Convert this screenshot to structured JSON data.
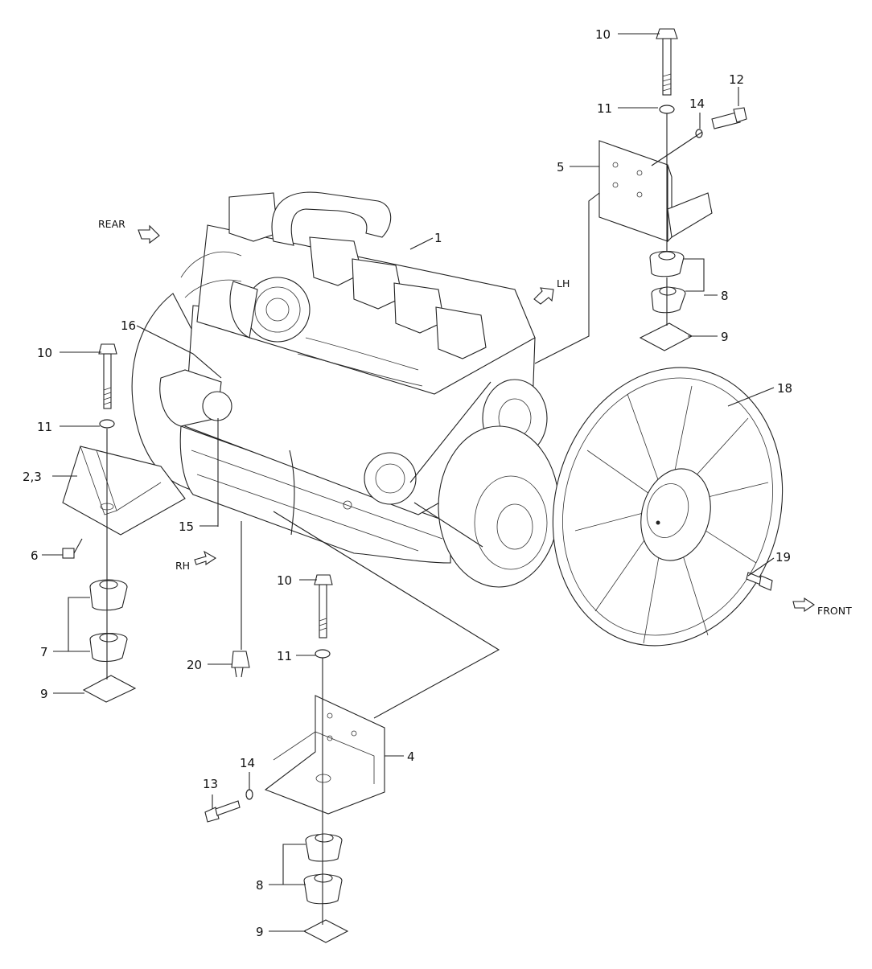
{
  "callouts": {
    "c1": "1",
    "c23": "2,3",
    "c4": "4",
    "c5": "5",
    "c6": "6",
    "c7": "7",
    "c8_top": "8",
    "c8_bottom": "8",
    "c9_top": "9",
    "c9_left": "9",
    "c9_bottom": "9",
    "c10_top": "10",
    "c10_left": "10",
    "c10_mid": "10",
    "c11_top": "11",
    "c11_left": "11",
    "c11_mid": "11",
    "c12": "12",
    "c13": "13",
    "c14_top": "14",
    "c14_bottom": "14",
    "c15": "15",
    "c16": "16",
    "c18": "18",
    "c19": "19",
    "c20": "20"
  },
  "directions": {
    "rear": "REAR",
    "lh": "LH",
    "rh": "RH",
    "front": "FRONT"
  }
}
